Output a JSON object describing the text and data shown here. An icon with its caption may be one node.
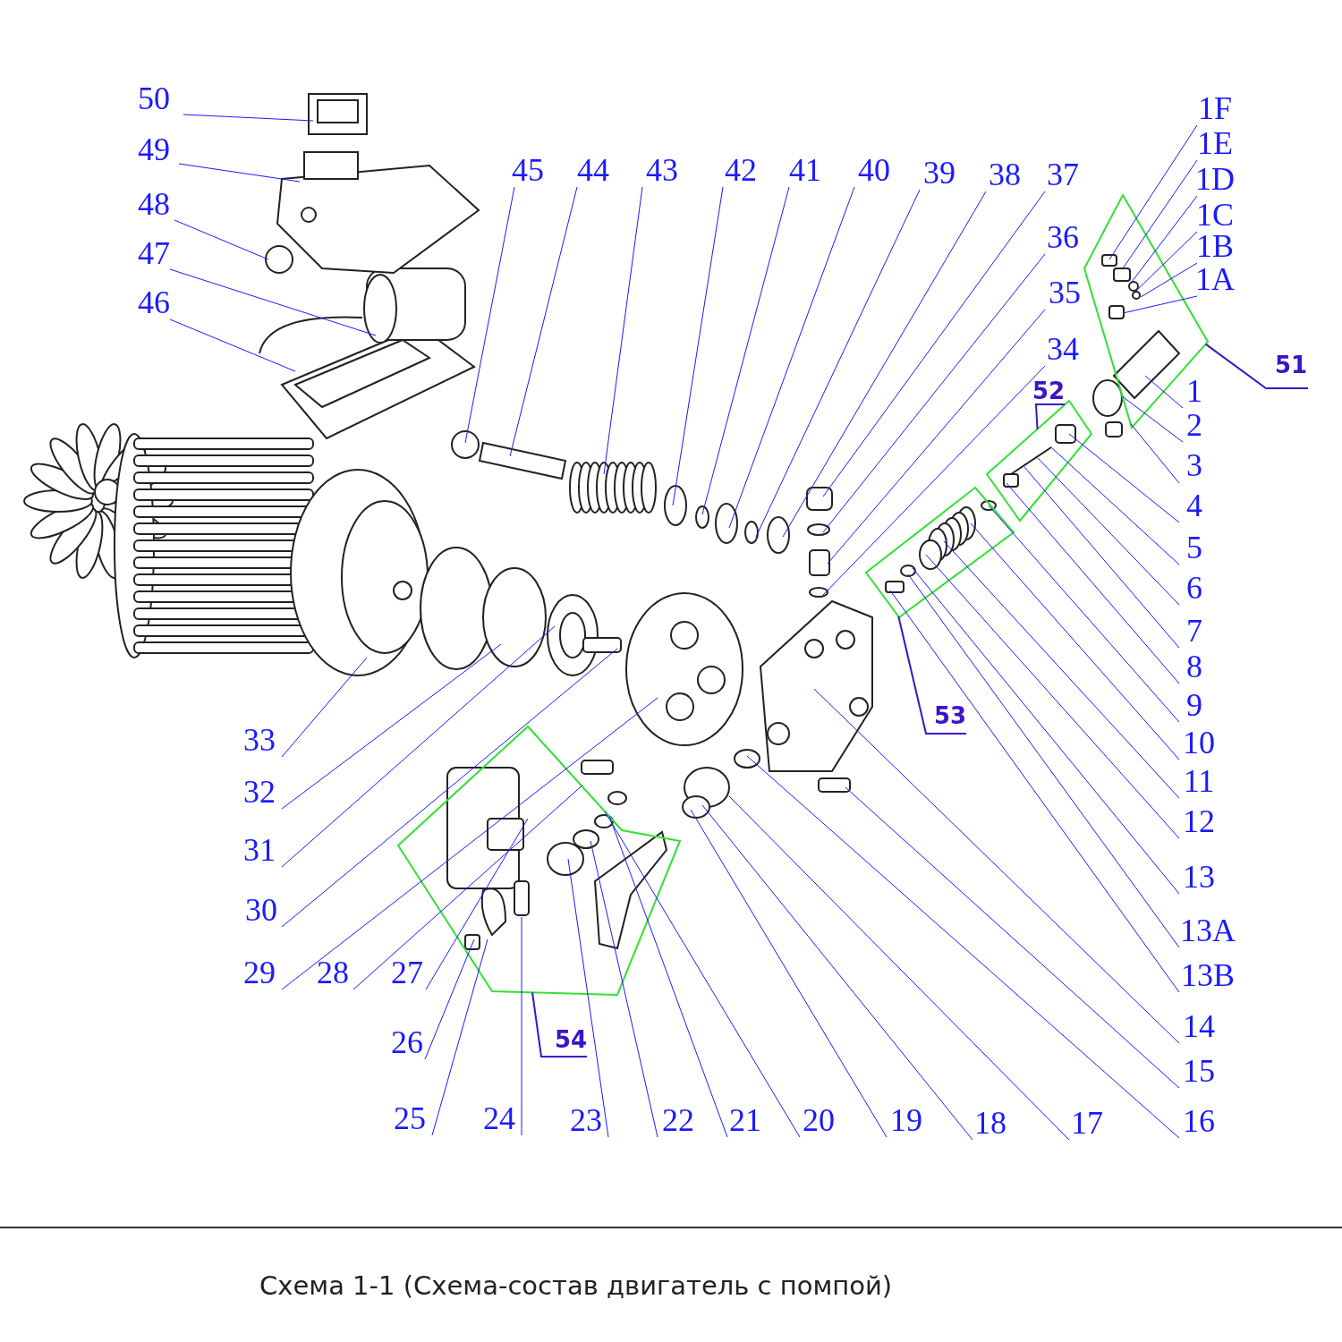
{
  "diagram": {
    "caption": "Схема 1-1 (Схема-состав двигатель с помпой)",
    "nodes": [
      {
        "text": [
          "50"
        ]
      },
      {
        "text": [
          "49"
        ]
      },
      {
        "text": [
          "48"
        ]
      },
      {
        "text": [
          "47"
        ]
      },
      {
        "text": [
          "46"
        ]
      },
      {
        "text": [
          "45"
        ]
      },
      {
        "text": [
          "44"
        ]
      },
      {
        "text": [
          "43"
        ]
      },
      {
        "text": [
          "42"
        ]
      },
      {
        "text": [
          "41"
        ]
      },
      {
        "text": [
          "40"
        ]
      },
      {
        "text": [
          "39"
        ]
      },
      {
        "text": [
          "38"
        ]
      },
      {
        "text": [
          "37"
        ]
      },
      {
        "text": [
          "1F"
        ]
      },
      {
        "text": [
          "1E"
        ]
      },
      {
        "text": [
          "1D"
        ]
      },
      {
        "text": [
          "1C"
        ]
      },
      {
        "text": [
          "1B"
        ]
      },
      {
        "text": [
          "1A"
        ]
      },
      {
        "text": [
          "36"
        ]
      },
      {
        "text": [
          "35"
        ]
      },
      {
        "text": [
          "34"
        ]
      },
      {
        "text": [
          "51"
        ]
      },
      {
        "text": [
          "1"
        ]
      },
      {
        "text": [
          "2"
        ]
      },
      {
        "text": [
          "52"
        ]
      },
      {
        "text": [
          "3"
        ]
      },
      {
        "text": [
          "4"
        ]
      },
      {
        "text": [
          "5"
        ]
      },
      {
        "text": [
          "6"
        ]
      },
      {
        "text": [
          "7"
        ]
      },
      {
        "text": [
          "8"
        ]
      },
      {
        "text": [
          "9"
        ]
      },
      {
        "text": [
          "10"
        ]
      },
      {
        "text": [
          "11"
        ]
      },
      {
        "text": [
          "12"
        ]
      },
      {
        "text": [
          "13"
        ]
      },
      {
        "text": [
          "13A"
        ]
      },
      {
        "text": [
          "13B"
        ]
      },
      {
        "text": [
          "53"
        ]
      },
      {
        "text": [
          "33"
        ]
      },
      {
        "text": [
          "32"
        ]
      },
      {
        "text": [
          "31"
        ]
      },
      {
        "text": [
          "30"
        ]
      },
      {
        "text": [
          "14"
        ]
      },
      {
        "text": [
          "15"
        ]
      },
      {
        "text": [
          "16"
        ]
      },
      {
        "text": [
          "29"
        ]
      },
      {
        "text": [
          "28"
        ]
      },
      {
        "text": [
          "27"
        ]
      },
      {
        "text": [
          "54"
        ]
      },
      {
        "text": [
          "26"
        ]
      },
      {
        "text": [
          "25"
        ]
      },
      {
        "text": [
          "24"
        ]
      },
      {
        "text": [
          "23"
        ]
      },
      {
        "text": [
          "22"
        ]
      },
      {
        "text": [
          "21"
        ]
      },
      {
        "text": [
          "20"
        ]
      },
      {
        "text": [
          "19"
        ]
      },
      {
        "text": [
          "18"
        ]
      },
      {
        "text": [
          "17"
        ]
      },
      {
        "text": [],
        "shape": "box"
      },
      {
        "text": [],
        "shape": "box"
      },
      {
        "text": [],
        "shape": "box"
      },
      {
        "text": [],
        "shape": "box"
      }
    ],
    "edges": [
      {
        "from": 0,
        "to": null,
        "arrow": "none"
      },
      {
        "from": 1,
        "to": null,
        "arrow": "none"
      },
      {
        "from": 2,
        "to": null,
        "arrow": "none"
      },
      {
        "from": 3,
        "to": null,
        "arrow": "none"
      },
      {
        "from": 4,
        "to": null,
        "arrow": "none"
      },
      {
        "from": 5,
        "to": null,
        "arrow": "none"
      },
      {
        "from": 6,
        "to": null,
        "arrow": "none"
      },
      {
        "from": 7,
        "to": null,
        "arrow": "none"
      },
      {
        "from": 8,
        "to": null,
        "arrow": "none"
      },
      {
        "from": 9,
        "to": null,
        "arrow": "none"
      },
      {
        "from": 10,
        "to": null,
        "arrow": "none"
      },
      {
        "from": 11,
        "to": null,
        "arrow": "none"
      },
      {
        "from": 12,
        "to": null,
        "arrow": "none"
      },
      {
        "from": 13,
        "to": null,
        "arrow": "none"
      },
      {
        "from": 14,
        "to": 62,
        "arrow": "none"
      },
      {
        "from": 15,
        "to": 62,
        "arrow": "none"
      },
      {
        "from": 16,
        "to": 62,
        "arrow": "none"
      },
      {
        "from": 17,
        "to": 62,
        "arrow": "none"
      },
      {
        "from": 18,
        "to": 62,
        "arrow": "none"
      },
      {
        "from": 19,
        "to": 62,
        "arrow": "none"
      },
      {
        "from": 20,
        "to": null,
        "arrow": "none"
      },
      {
        "from": 21,
        "to": null,
        "arrow": "none"
      },
      {
        "from": 22,
        "to": null,
        "arrow": "none"
      },
      {
        "from": 23,
        "to": 62,
        "arrow": "none",
        "color": "#3c14c8"
      },
      {
        "from": 24,
        "to": 62,
        "arrow": "none"
      },
      {
        "from": 25,
        "to": 62,
        "arrow": "none"
      },
      {
        "from": 26,
        "to": 63,
        "arrow": "none",
        "color": "#3c14c8"
      },
      {
        "from": 27,
        "to": 62,
        "arrow": "none"
      },
      {
        "from": 28,
        "to": 63,
        "arrow": "none"
      },
      {
        "from": 29,
        "to": 63,
        "arrow": "none"
      },
      {
        "from": 30,
        "to": 63,
        "arrow": "none"
      },
      {
        "from": 31,
        "to": 63,
        "arrow": "none"
      },
      {
        "from": 32,
        "to": 63,
        "arrow": "none"
      },
      {
        "from": 33,
        "to": 64,
        "arrow": "none"
      },
      {
        "from": 34,
        "to": 64,
        "arrow": "none"
      },
      {
        "from": 35,
        "to": 64,
        "arrow": "none"
      },
      {
        "from": 36,
        "to": 64,
        "arrow": "none"
      },
      {
        "from": 37,
        "to": 64,
        "arrow": "none"
      },
      {
        "from": 38,
        "to": 64,
        "arrow": "none"
      },
      {
        "from": 39,
        "to": 64,
        "arrow": "none"
      },
      {
        "from": 40,
        "to": 64,
        "arrow": "none",
        "color": "#3c14c8"
      },
      {
        "from": 41,
        "to": null,
        "arrow": "none"
      },
      {
        "from": 42,
        "to": null,
        "arrow": "none"
      },
      {
        "from": 43,
        "to": null,
        "arrow": "none"
      },
      {
        "from": 44,
        "to": null,
        "arrow": "none"
      },
      {
        "from": 45,
        "to": null,
        "arrow": "none"
      },
      {
        "from": 46,
        "to": null,
        "arrow": "none"
      },
      {
        "from": 47,
        "to": null,
        "arrow": "none"
      },
      {
        "from": 48,
        "to": null,
        "arrow": "none"
      },
      {
        "from": 49,
        "to": 65,
        "arrow": "none"
      },
      {
        "from": 50,
        "to": 65,
        "arrow": "none"
      },
      {
        "from": 51,
        "to": 65,
        "arrow": "none",
        "color": "#3c14c8"
      },
      {
        "from": 52,
        "to": 65,
        "arrow": "none"
      },
      {
        "from": 53,
        "to": 65,
        "arrow": "none"
      },
      {
        "from": 54,
        "to": 65,
        "arrow": "none"
      },
      {
        "from": 55,
        "to": 65,
        "arrow": "none"
      },
      {
        "from": 56,
        "to": 65,
        "arrow": "none"
      },
      {
        "from": 57,
        "to": 65,
        "arrow": "none"
      },
      {
        "from": 58,
        "to": 65,
        "arrow": "none"
      },
      {
        "from": 59,
        "to": null,
        "arrow": "none"
      },
      {
        "from": 60,
        "to": null,
        "arrow": "none"
      },
      {
        "from": 61,
        "to": null,
        "arrow": "none"
      }
    ]
  }
}
